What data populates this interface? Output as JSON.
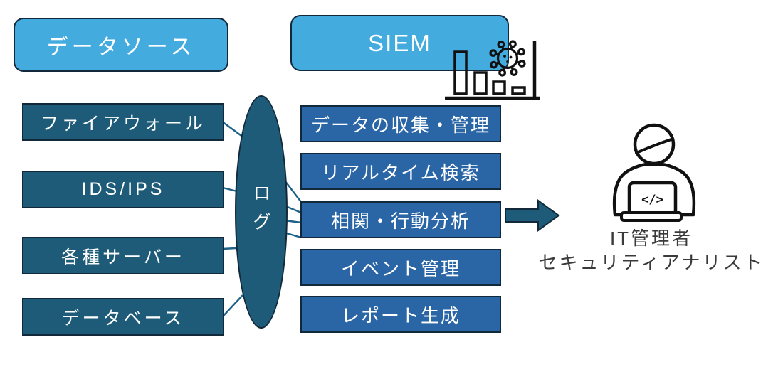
{
  "headers": {
    "data_source": "データソース",
    "siem": "SIEM"
  },
  "log_label": "ログ",
  "sources": [
    "ファイアウォール",
    "IDS/IPS",
    "各種サーバー",
    "データベース"
  ],
  "functions": [
    "データの収集・管理",
    "リアルタイム検索",
    "相関・行動分析",
    "イベント管理",
    "レポート生成"
  ],
  "caption": {
    "line1": "IT管理者",
    "line2": "セキュリティアナリスト"
  },
  "icons": {
    "chart": "declining-bar-chart-icon",
    "virus": "virus-icon",
    "analyst": "person-at-laptop-icon",
    "arrow": "right-block-arrow",
    "laptop_code": "</>"
  },
  "colors": {
    "header_fill": "#44ABDF",
    "source_fill": "#1E5B78",
    "function_fill": "#2A65A6",
    "outline": "#11293A",
    "connector": "#1E6287",
    "caption_text": "#3A3A3A",
    "icon_stroke": "#111111"
  }
}
